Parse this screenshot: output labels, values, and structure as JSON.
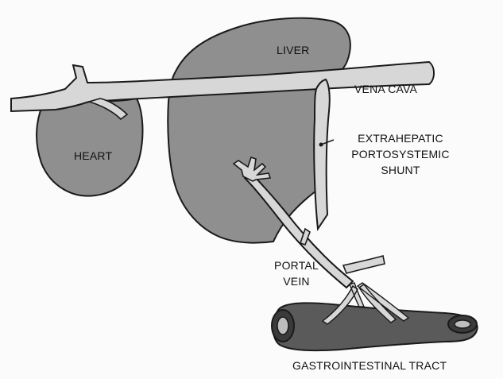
{
  "labels": {
    "liver": "LIVER",
    "vena_cava": "VENA CAVA",
    "heart": "HEART",
    "shunt": [
      "EXTRAHEPATIC",
      "PORTOSYSTEMIC",
      "SHUNT"
    ],
    "portal_vein": [
      "PORTAL",
      "VEIN"
    ],
    "gi_tract": "GASTROINTESTINAL TRACT"
  },
  "colors": {
    "organ_fill": "#8f8f8f",
    "vessel_fill": "#d7d7d7",
    "gi_fill": "#5a5a5a",
    "outline": "#1a1a1a",
    "text": "#111111"
  }
}
